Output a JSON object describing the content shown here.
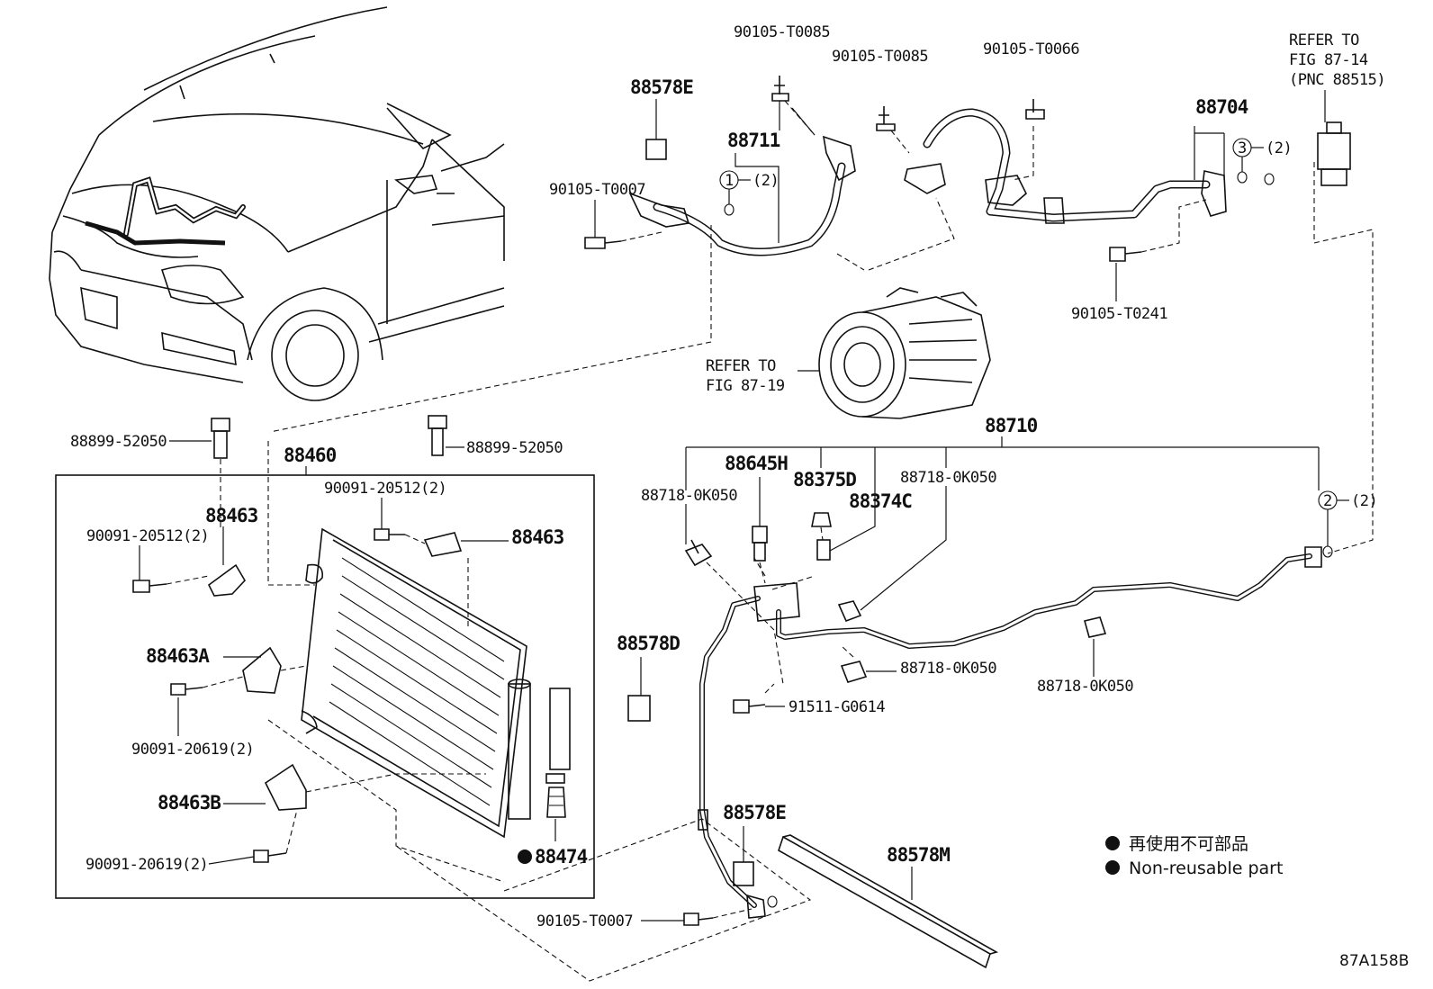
{
  "labels": {
    "p90105_T0085_a": "90105-T0085",
    "p90105_T0085_b": "90105-T0085",
    "p90105_T0066": "90105-T0066",
    "refer_fig_87_14_l1": "REFER TO",
    "refer_fig_87_14_l2": "FIG 87-14",
    "refer_fig_87_14_l3": "(PNC 88515)",
    "p88578E_top": "88578E",
    "p88711": "88711",
    "p88704": "88704",
    "callout1_qty": "(2)",
    "callout3_qty": "(2)",
    "callout2_qty": "(2)",
    "p90105_T0007_top": "90105-T0007",
    "p90105_T0241": "90105-T0241",
    "refer_fig_87_19_l1": "REFER TO",
    "refer_fig_87_19_l2": "FIG 87-19",
    "p88710": "88710",
    "p88899_left": "88899-52050",
    "p88899_right": "88899-52050",
    "p88460": "88460",
    "p90091_20512_top": "90091-20512(2)",
    "p90091_20512_left": "90091-20512(2)",
    "p88463_left": "88463",
    "p88463_right": "88463",
    "p88645H": "88645H",
    "p88375D": "88375D",
    "p88374C": "88374C",
    "p88718_a": "88718-0K050",
    "p88718_b": "88718-0K050",
    "p88718_c": "88718-0K050",
    "p88718_d": "88718-0K050",
    "p88463A": "88463A",
    "p90091_20619_a": "90091-20619(2)",
    "p88578D": "88578D",
    "p91511": "91511-G0614",
    "p88463B": "88463B",
    "p88578E_bottom": "88578E",
    "p88474": "88474",
    "p90091_20619_b": "90091-20619(2)",
    "p88578M": "88578M",
    "p90105_T0007_bottom": "90105-T0007",
    "callout_1": "1",
    "callout_2": "2",
    "callout_3": "3"
  },
  "legend": {
    "japanese": "再使用不可部品",
    "english": "Non-reusable part"
  },
  "figure_id": "87A158B"
}
